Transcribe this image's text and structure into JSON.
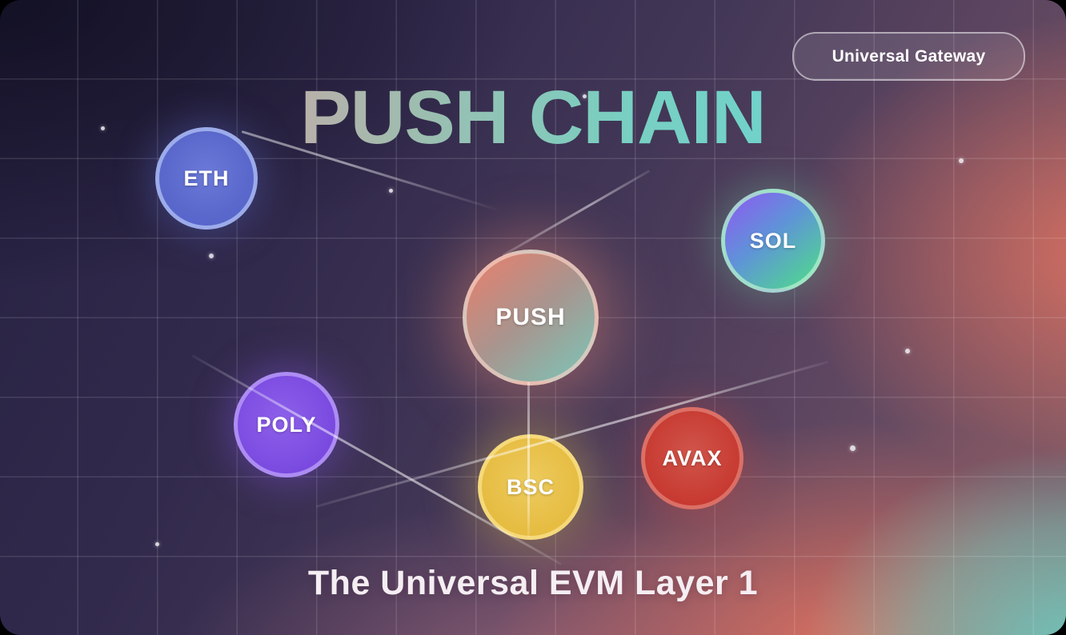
{
  "badge": {
    "label": "Universal Gateway"
  },
  "title": "PUSH CHAIN",
  "subtitle": "The Universal EVM Layer 1",
  "nodes": [
    {
      "id": "eth",
      "label": "ETH",
      "color": "#5a68cc"
    },
    {
      "id": "sol",
      "label": "SOL",
      "gradient": [
        "#8a5ef0",
        "#4fd98d"
      ]
    },
    {
      "id": "push",
      "label": "PUSH",
      "gradient": [
        "#e08270",
        "#7fc2b4"
      ]
    },
    {
      "id": "poly",
      "label": "POLY",
      "color": "#7a4ae0"
    },
    {
      "id": "avax",
      "label": "AVAX",
      "color": "#c73a31"
    },
    {
      "id": "bsc",
      "label": "BSC",
      "color": "#e6bc41"
    }
  ],
  "connections": [
    {
      "from": "PUSH",
      "to": "BSC"
    }
  ],
  "colors": {
    "background_navy": "#262142",
    "background_salmon": "#ee7660",
    "background_teal": "#6cc8bd",
    "title_gradient": [
      "#f2917f",
      "#79cfc1",
      "#8ecfe4"
    ]
  }
}
